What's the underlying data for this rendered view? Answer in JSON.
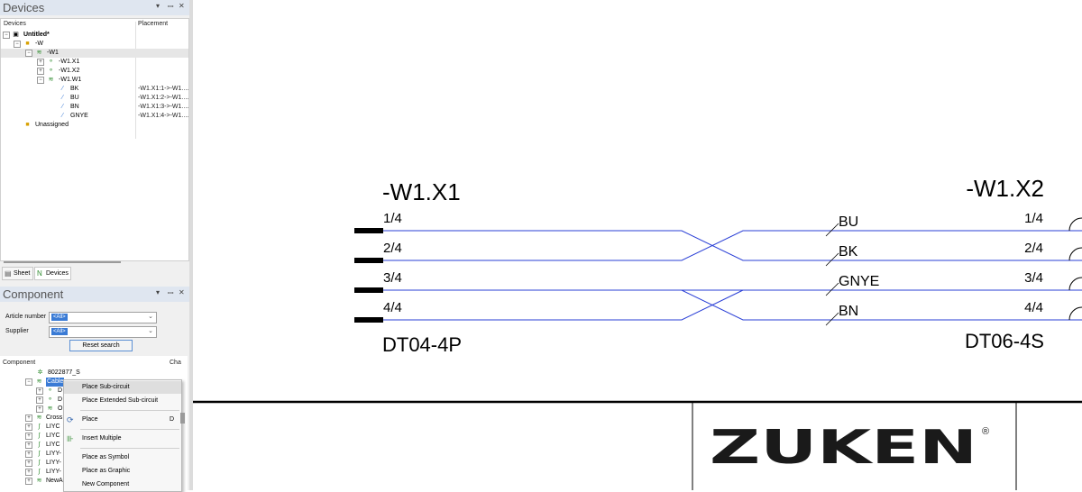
{
  "devices_panel": {
    "title": "Devices",
    "controls": [
      "▾",
      "ꟷ",
      "✕"
    ],
    "columns": {
      "devices": "Devices",
      "placement": "Placement"
    },
    "tree": [
      {
        "label": "Untitled*",
        "bold": true,
        "icon": "sheet-icon",
        "placement": ""
      },
      {
        "label": "-W",
        "icon": "folder-icon",
        "placement": ""
      },
      {
        "label": "-W1",
        "icon": "cable-icon",
        "placement": "",
        "selected": true
      },
      {
        "label": "-W1.X1",
        "icon": "connector-icon",
        "placement": ""
      },
      {
        "label": "-W1.X2",
        "icon": "connector-icon",
        "placement": ""
      },
      {
        "label": "-W1.W1",
        "icon": "cable-icon",
        "placement": ""
      },
      {
        "label": "BK",
        "icon": "wire-icon",
        "placement": "-W1.X1:1->-W1...."
      },
      {
        "label": "BU",
        "icon": "wire-icon",
        "placement": "-W1.X1:2->-W1...."
      },
      {
        "label": "BN",
        "icon": "wire-icon",
        "placement": "-W1.X1:3->-W1...."
      },
      {
        "label": "GNYE",
        "icon": "wire-icon",
        "placement": "-W1.X1:4->-W1...."
      },
      {
        "label": "Unassigned",
        "icon": "folder-icon",
        "placement": ""
      }
    ],
    "tabs": [
      {
        "label": "Sheet",
        "icon": "sheet-icon"
      },
      {
        "label": "Devices",
        "icon": "devices-icon",
        "active": true
      }
    ]
  },
  "component_panel": {
    "title": "Component",
    "controls": [
      "▾",
      "ꟷ",
      "✕"
    ],
    "article_label": "Article number",
    "article_value": "<All>",
    "supplier_label": "Supplier",
    "supplier_value": "<All>",
    "reset_label": "Reset search",
    "columns": {
      "component": "Component",
      "cha": "Cha"
    },
    "tree": [
      {
        "label": "8022877_S"
      },
      {
        "label": "Cable",
        "selected": true
      },
      {
        "label": "D"
      },
      {
        "label": "D"
      },
      {
        "label": "O"
      },
      {
        "label": "Cross"
      },
      {
        "label": "LIYC"
      },
      {
        "label": "LIYC"
      },
      {
        "label": "LIYC"
      },
      {
        "label": "LIYY-"
      },
      {
        "label": "LIYY-"
      },
      {
        "label": "LIYY-"
      },
      {
        "label": "NewA"
      }
    ]
  },
  "context_menu": {
    "items": [
      {
        "label": "Place Sub-circuit",
        "highlight": true
      },
      {
        "label": "Place Extended Sub-circuit"
      },
      {
        "label": "Place",
        "shortcut": "D",
        "icon": "place-icon"
      },
      {
        "label": "Insert Multiple",
        "icon": "insert-multiple-icon"
      },
      {
        "label": "Place as Symbol"
      },
      {
        "label": "Place as Graphic"
      },
      {
        "label": "New Component"
      }
    ]
  },
  "schematic": {
    "left_connector": {
      "name": "-W1.X1",
      "part": "DT04-4P",
      "pins": [
        "1/4",
        "2/4",
        "3/4",
        "4/4"
      ]
    },
    "right_connector": {
      "name": "-W1.X2",
      "part": "DT06-4S",
      "pins": [
        "1/4",
        "2/4",
        "3/4",
        "4/4"
      ]
    },
    "wires": [
      "BU",
      "BK",
      "GNYE",
      "BN"
    ],
    "wire_color": "#2a3fd6",
    "logo": "ZUKEN",
    "logo_mark": "®"
  }
}
